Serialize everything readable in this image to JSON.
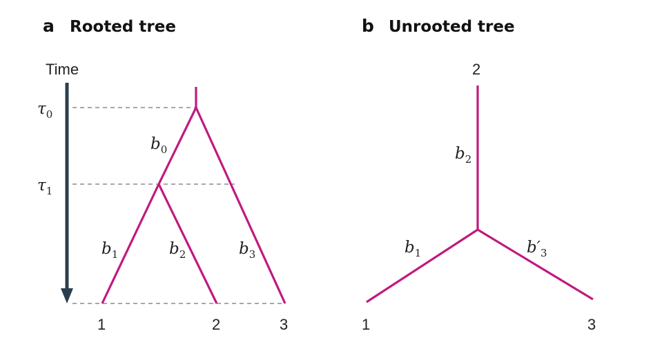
{
  "colors": {
    "branch": "#c0197f",
    "arrow": "#2b3e4e",
    "guide": "#8a8a8a",
    "text": "#222222"
  },
  "panel_a": {
    "letter": "a",
    "title": "Rooted tree",
    "axis_label": "Time",
    "times": [
      {
        "base": "τ",
        "sub": "0"
      },
      {
        "base": "τ",
        "sub": "1"
      }
    ],
    "branches": [
      {
        "base": "b",
        "sub": "0"
      },
      {
        "base": "b",
        "sub": "1"
      },
      {
        "base": "b",
        "sub": "2"
      },
      {
        "base": "b",
        "sub": "3"
      }
    ],
    "leaves": [
      "1",
      "2",
      "3"
    ]
  },
  "panel_b": {
    "letter": "b",
    "title": "Unrooted tree",
    "branches": [
      {
        "base": "b",
        "sub": "2"
      },
      {
        "base": "b",
        "sub": "1"
      },
      {
        "base": "b′",
        "sub": "3"
      }
    ],
    "leaves": [
      "2",
      "1",
      "3"
    ]
  }
}
